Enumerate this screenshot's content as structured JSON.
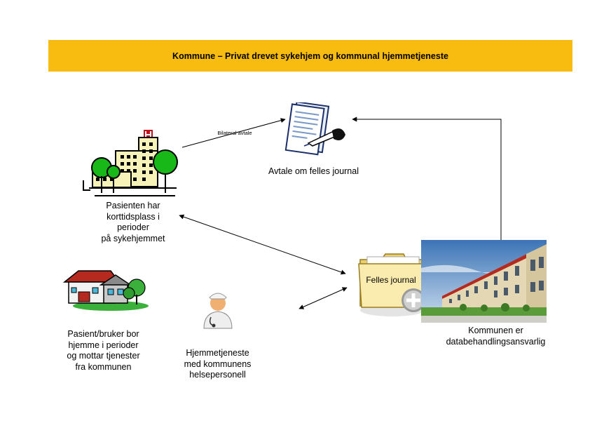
{
  "banner": {
    "title": "Kommune – Privat drevet sykehjem og kommunal hjemmetjeneste"
  },
  "nodes": {
    "nursing_home": "Pasienten har\nkorttidsplass i\nperioder\npå sykehjemmet",
    "agreement": "Avtale om felles journal",
    "shared_journal": "Felles journal",
    "municipality": "Kommunen er\ndatabehandlingsansvarlig",
    "home_patient": "Pasient/bruker bor\nhjemme i perioder\nog mottar tjenester\nfra kommunen",
    "home_care": "Hjemmetjeneste\nmed kommunens\nhelsepersonell"
  },
  "edges": {
    "bilateral": "Bilateral avtale"
  },
  "colors": {
    "banner": "#f8bb10",
    "building": "#f6f2b8",
    "tree": "#17b817",
    "folder": "#f9ecae",
    "roof": "#b6291e"
  }
}
